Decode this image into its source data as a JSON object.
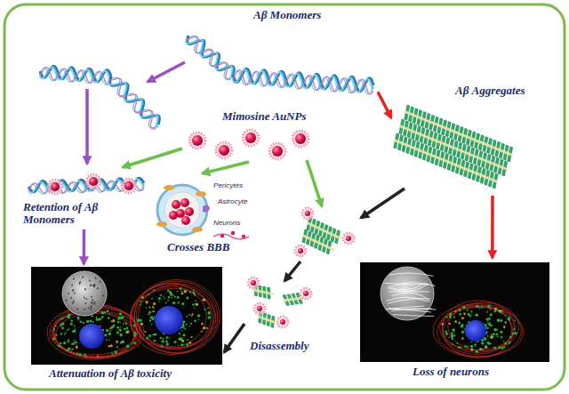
{
  "diagram": {
    "nodes": [
      {
        "text": [
          "Aβ Monomers"
        ]
      },
      {
        "text": [
          "Mimosine AuNPs"
        ]
      },
      {
        "text": [
          "Aβ Aggregates"
        ]
      },
      {
        "text": [
          "Retention of Aβ Monomers"
        ]
      },
      {
        "text": [
          "Crosses BBB",
          "Pericytes",
          "Astrocyte",
          "Neurons"
        ]
      },
      {
        "text": [
          "Disassembly"
        ]
      },
      {
        "text": [
          "Attenuation of Aβ toxicity"
        ]
      },
      {
        "text": [
          "Loss of neurons"
        ]
      }
    ],
    "edges": [
      {
        "from": 0,
        "to": 2,
        "arrow": "to"
      },
      {
        "from": 2,
        "to": 7,
        "arrow": "to"
      },
      {
        "from": 1,
        "to": 3,
        "arrow": "to"
      },
      {
        "from": 1,
        "to": 4,
        "arrow": "to"
      },
      {
        "from": 3,
        "to": 6,
        "arrow": "to"
      },
      {
        "from": 5,
        "to": 6,
        "arrow": "to"
      }
    ]
  }
}
